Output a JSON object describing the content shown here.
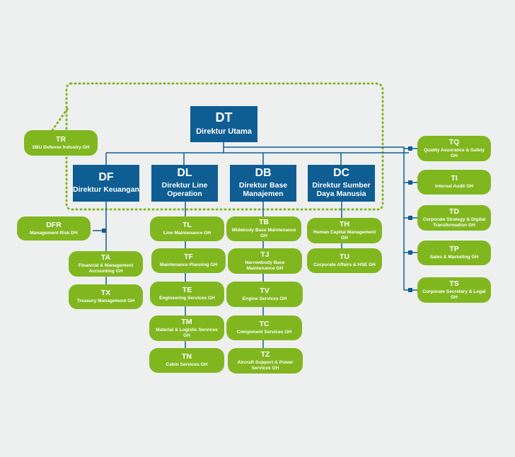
{
  "colors": {
    "background": "#eef0f0",
    "director_box": "#0e5d93",
    "unit_box": "#80b71f",
    "connector": "#0e5d93",
    "dotted_outline": "#80b71f"
  },
  "nodes": {
    "dt": {
      "code": "DT",
      "name": "Direktur Utama"
    },
    "df": {
      "code": "DF",
      "name": "Direktur Keuangan"
    },
    "dl": {
      "code": "DL",
      "name": "Direktur Line Operation"
    },
    "db": {
      "code": "DB",
      "name": "Direktur Base Manajemen"
    },
    "dc": {
      "code": "DC",
      "name": "Direktur Sumber Daya Manusia"
    },
    "tr": {
      "code": "TR",
      "name": "SBU Defense Industry GH"
    },
    "dfr": {
      "code": "DFR",
      "name": "Management Risk DH"
    },
    "ta": {
      "code": "TA",
      "name": "Financial & Management Accounting GH"
    },
    "tx": {
      "code": "TX",
      "name": "Treasury Management GH"
    },
    "tl": {
      "code": "TL",
      "name": "Line Maintenance GH"
    },
    "tf": {
      "code": "TF",
      "name": "Maintenance Planning GH"
    },
    "te": {
      "code": "TE",
      "name": "Engineering Services GH"
    },
    "tm": {
      "code": "TM",
      "name": "Material & Logistic Services GH"
    },
    "tn": {
      "code": "TN",
      "name": "Cabin Services GH"
    },
    "tb": {
      "code": "TB",
      "name": "Widebody Base Maintenance GH"
    },
    "tj": {
      "code": "TJ",
      "name": "Narrowbody Base Maintenance GH"
    },
    "tv": {
      "code": "TV",
      "name": "Engine Services GH"
    },
    "tc": {
      "code": "TC",
      "name": "Component Services GH"
    },
    "tz": {
      "code": "TZ",
      "name": "Aircraft Support & Power Services GH"
    },
    "th": {
      "code": "TH",
      "name": "Human Capital Management GH"
    },
    "tu": {
      "code": "TU",
      "name": "Corporate Affairs & HSE GH"
    },
    "tq": {
      "code": "TQ",
      "name": "Quality Assurance & Safety GH"
    },
    "ti": {
      "code": "TI",
      "name": "Internal Audit GH"
    },
    "td": {
      "code": "TD",
      "name": "Corporate Strategy & Digital Transformation GH"
    },
    "tp": {
      "code": "TP",
      "name": "Sales & Marketing GH"
    },
    "ts": {
      "code": "TS",
      "name": "Corporate Secretary & Legal GH"
    }
  }
}
